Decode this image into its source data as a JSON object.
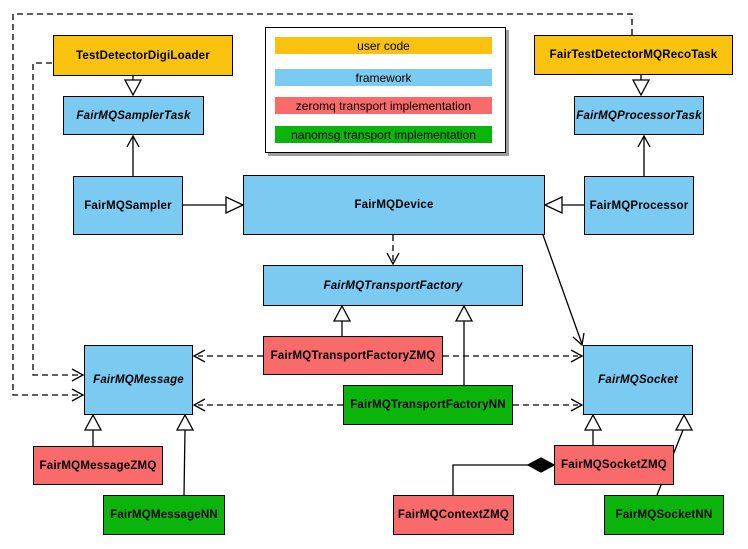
{
  "diagram": {
    "title_hint": "FairMQ class diagram",
    "palette": {
      "user_code": "#F8C20E",
      "framework": "#7ACAF2",
      "zeromq": "#F96B6B",
      "nanomsg": "#0BB40B",
      "line": "#000000",
      "legend_shadow": "#9e9e9e"
    },
    "legend": {
      "items": [
        {
          "label": "user code",
          "color": "#F8C20E"
        },
        {
          "label": "framework",
          "color": "#7ACAF2"
        },
        {
          "label": "zeromq transport implementation",
          "color": "#F96B6B"
        },
        {
          "label": "nanomsg transport implementation",
          "color": "#0BB40B"
        }
      ]
    },
    "nodes": [
      {
        "label": "TestDetectorDigiLoader",
        "category": "user code",
        "abstract": false
      },
      {
        "label": "FairTestDetectorMQRecoTask",
        "category": "user code",
        "abstract": false
      },
      {
        "label": "FairMQSamplerTask",
        "category": "framework",
        "abstract": true
      },
      {
        "label": "FairMQProcessorTask",
        "category": "framework",
        "abstract": true
      },
      {
        "label": "FairMQSampler",
        "category": "framework",
        "abstract": false
      },
      {
        "label": "FairMQDevice",
        "category": "framework",
        "abstract": false
      },
      {
        "label": "FairMQProcessor",
        "category": "framework",
        "abstract": false
      },
      {
        "label": "FairMQTransportFactory",
        "category": "framework",
        "abstract": true
      },
      {
        "label": "FairMQTransportFactoryZMQ",
        "category": "zeromq",
        "abstract": false
      },
      {
        "label": "FairMQTransportFactoryNN",
        "category": "nanomsg",
        "abstract": false
      },
      {
        "label": "FairMQMessage",
        "category": "framework",
        "abstract": true
      },
      {
        "label": "FairMQSocket",
        "category": "framework",
        "abstract": true
      },
      {
        "label": "FairMQMessageZMQ",
        "category": "zeromq",
        "abstract": false
      },
      {
        "label": "FairMQMessageNN",
        "category": "nanomsg",
        "abstract": false
      },
      {
        "label": "FairMQSocketZMQ",
        "category": "zeromq",
        "abstract": false
      },
      {
        "label": "FairMQContextZMQ",
        "category": "zeromq",
        "abstract": false
      },
      {
        "label": "FairMQSocketNN",
        "category": "nanomsg",
        "abstract": false
      }
    ],
    "edges": [
      {
        "from": "TestDetectorDigiLoader",
        "to": "FairMQSamplerTask",
        "kind": "inheritance"
      },
      {
        "from": "FairTestDetectorMQRecoTask",
        "to": "FairMQProcessorTask",
        "kind": "inheritance"
      },
      {
        "from": "FairMQSampler",
        "to": "FairMQSamplerTask",
        "kind": "association"
      },
      {
        "from": "FairMQProcessor",
        "to": "FairMQProcessorTask",
        "kind": "association"
      },
      {
        "from": "FairMQSampler",
        "to": "FairMQDevice",
        "kind": "inheritance"
      },
      {
        "from": "FairMQProcessor",
        "to": "FairMQDevice",
        "kind": "inheritance"
      },
      {
        "from": "FairMQDevice",
        "to": "FairMQTransportFactory",
        "kind": "dependency"
      },
      {
        "from": "FairMQDevice",
        "to": "FairMQSocket",
        "kind": "association"
      },
      {
        "from": "FairMQTransportFactoryZMQ",
        "to": "FairMQTransportFactory",
        "kind": "inheritance"
      },
      {
        "from": "FairMQTransportFactoryNN",
        "to": "FairMQTransportFactory",
        "kind": "inheritance"
      },
      {
        "from": "FairMQTransportFactoryZMQ",
        "to": "FairMQMessage",
        "kind": "dependency"
      },
      {
        "from": "FairMQTransportFactoryZMQ",
        "to": "FairMQSocket",
        "kind": "dependency"
      },
      {
        "from": "FairMQTransportFactoryNN",
        "to": "FairMQMessage",
        "kind": "dependency"
      },
      {
        "from": "FairMQTransportFactoryNN",
        "to": "FairMQSocket",
        "kind": "dependency"
      },
      {
        "from": "TestDetectorDigiLoader",
        "to": "FairMQMessage",
        "kind": "dependency"
      },
      {
        "from": "FairTestDetectorMQRecoTask",
        "to": "FairMQMessage",
        "kind": "dependency"
      },
      {
        "from": "FairMQMessageZMQ",
        "to": "FairMQMessage",
        "kind": "inheritance"
      },
      {
        "from": "FairMQMessageNN",
        "to": "FairMQMessage",
        "kind": "inheritance"
      },
      {
        "from": "FairMQSocketZMQ",
        "to": "FairMQSocket",
        "kind": "inheritance"
      },
      {
        "from": "FairMQSocketNN",
        "to": "FairMQSocket",
        "kind": "inheritance"
      },
      {
        "from": "FairMQContextZMQ",
        "to": "FairMQSocketZMQ",
        "kind": "composition"
      }
    ]
  }
}
